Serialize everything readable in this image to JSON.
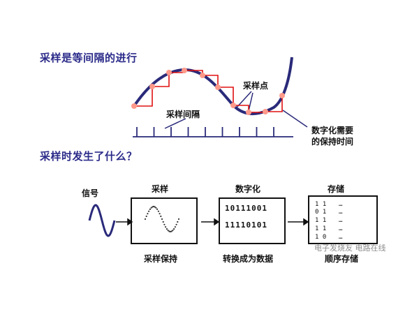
{
  "top": {
    "title": "采样是等间隔的进行",
    "label_sampling_point": "采样点",
    "label_sampling_interval": "采样间隔",
    "label_digitize_line1": "数字化需要",
    "label_digitize_line2": "的保持时间"
  },
  "bottom": {
    "title": "采样时发生了什么？",
    "signal_label": "信号",
    "stages": [
      {
        "title": "采样",
        "caption": "采样保持"
      },
      {
        "title": "数字化",
        "caption": "转换成为数据"
      },
      {
        "title": "存储",
        "caption": "顺序存储"
      }
    ],
    "digitize_rows": [
      "10111001",
      "11110101"
    ],
    "storage_rows": [
      {
        "bits": "1 1",
        "dots": "…"
      },
      {
        "bits": "0 1",
        "dots": "…"
      },
      {
        "bits": "1 1",
        "dots": "…"
      },
      {
        "bits": "1 1",
        "dots": "…"
      },
      {
        "bits": "1 0",
        "dots": "…"
      }
    ]
  },
  "watermark": "电子发烧友 电路在线",
  "colors": {
    "title": "#2b2b8a",
    "curve": "#2a2a7a",
    "step": "#e01010",
    "sample_point": "#ff9a8a",
    "axis": "#2a2a7a"
  }
}
